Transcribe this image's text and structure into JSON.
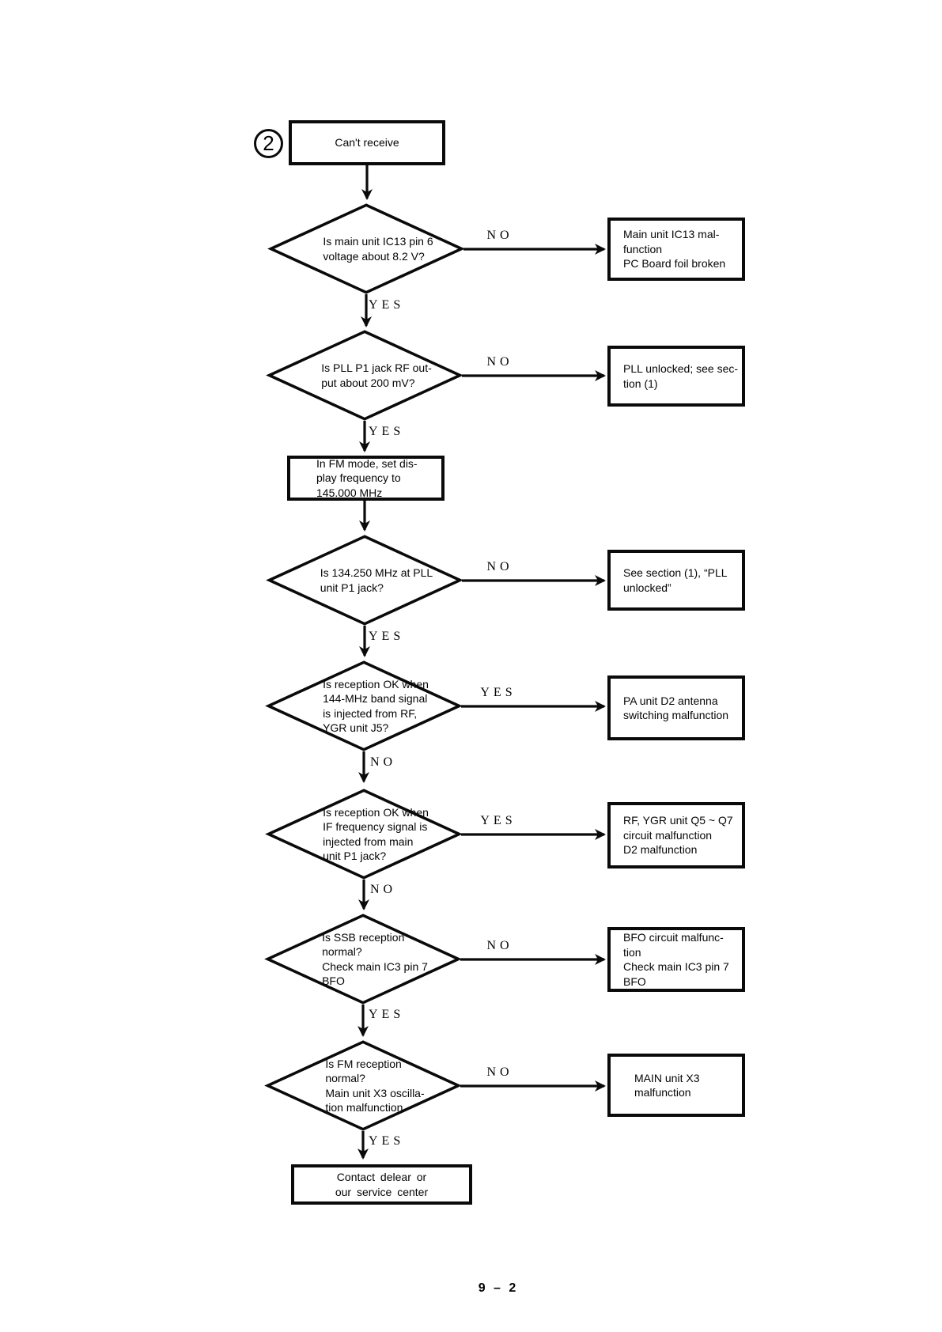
{
  "page": {
    "badge_label": "2",
    "footer_page_number": "9 – 2"
  },
  "flowchart": {
    "start": {
      "label": "Can't receive"
    },
    "process": {
      "label": "In FM mode, set dis-\nplay frequency to\n145.000 MHz"
    },
    "end": {
      "label": "Contact delear or\nour service center"
    },
    "decisions": [
      {
        "question": "Is main unit IC13 pin 6\nvoltage about 8.2 V?",
        "side_label": "NO",
        "down_label": "YES"
      },
      {
        "question": "Is PLL P1 jack RF out-\nput about 200 mV?",
        "side_label": "NO",
        "down_label": "YES"
      },
      {
        "question": "Is 134.250 MHz at PLL\nunit P1 jack?",
        "side_label": "NO",
        "down_label": "YES"
      },
      {
        "question": "Is reception OK when\n144-MHz band signal\nis injected from RF,\nYGR unit J5?",
        "side_label": "YES",
        "down_label": "NO"
      },
      {
        "question": "Is reception OK when\nIF frequency signal is\ninjected from main\nunit P1 jack?",
        "side_label": "YES",
        "down_label": "NO"
      },
      {
        "question": "Is SSB reception\nnormal?\nCheck main IC3 pin 7\nBFO",
        "side_label": "NO",
        "down_label": "YES"
      },
      {
        "question": "Is FM reception\nnormal?\nMain unit X3 oscilla-\ntion malfunction",
        "side_label": "NO",
        "down_label": "YES"
      }
    ],
    "results": [
      {
        "label": "Main unit IC13 mal-\nfunction\nPC Board foil broken"
      },
      {
        "label": "PLL unlocked; see sec-\ntion (1)"
      },
      {
        "label": "See section (1), “PLL\nunlocked”"
      },
      {
        "label": "PA unit D2 antenna\nswitching malfunction"
      },
      {
        "label": "RF, YGR unit Q5 ~ Q7\ncircuit malfunction\nD2 malfunction"
      },
      {
        "label": "BFO circuit malfunc-\ntion\nCheck main IC3 pin 7\nBFO"
      },
      {
        "label": "MAIN unit X3\nmalfunction"
      }
    ]
  }
}
